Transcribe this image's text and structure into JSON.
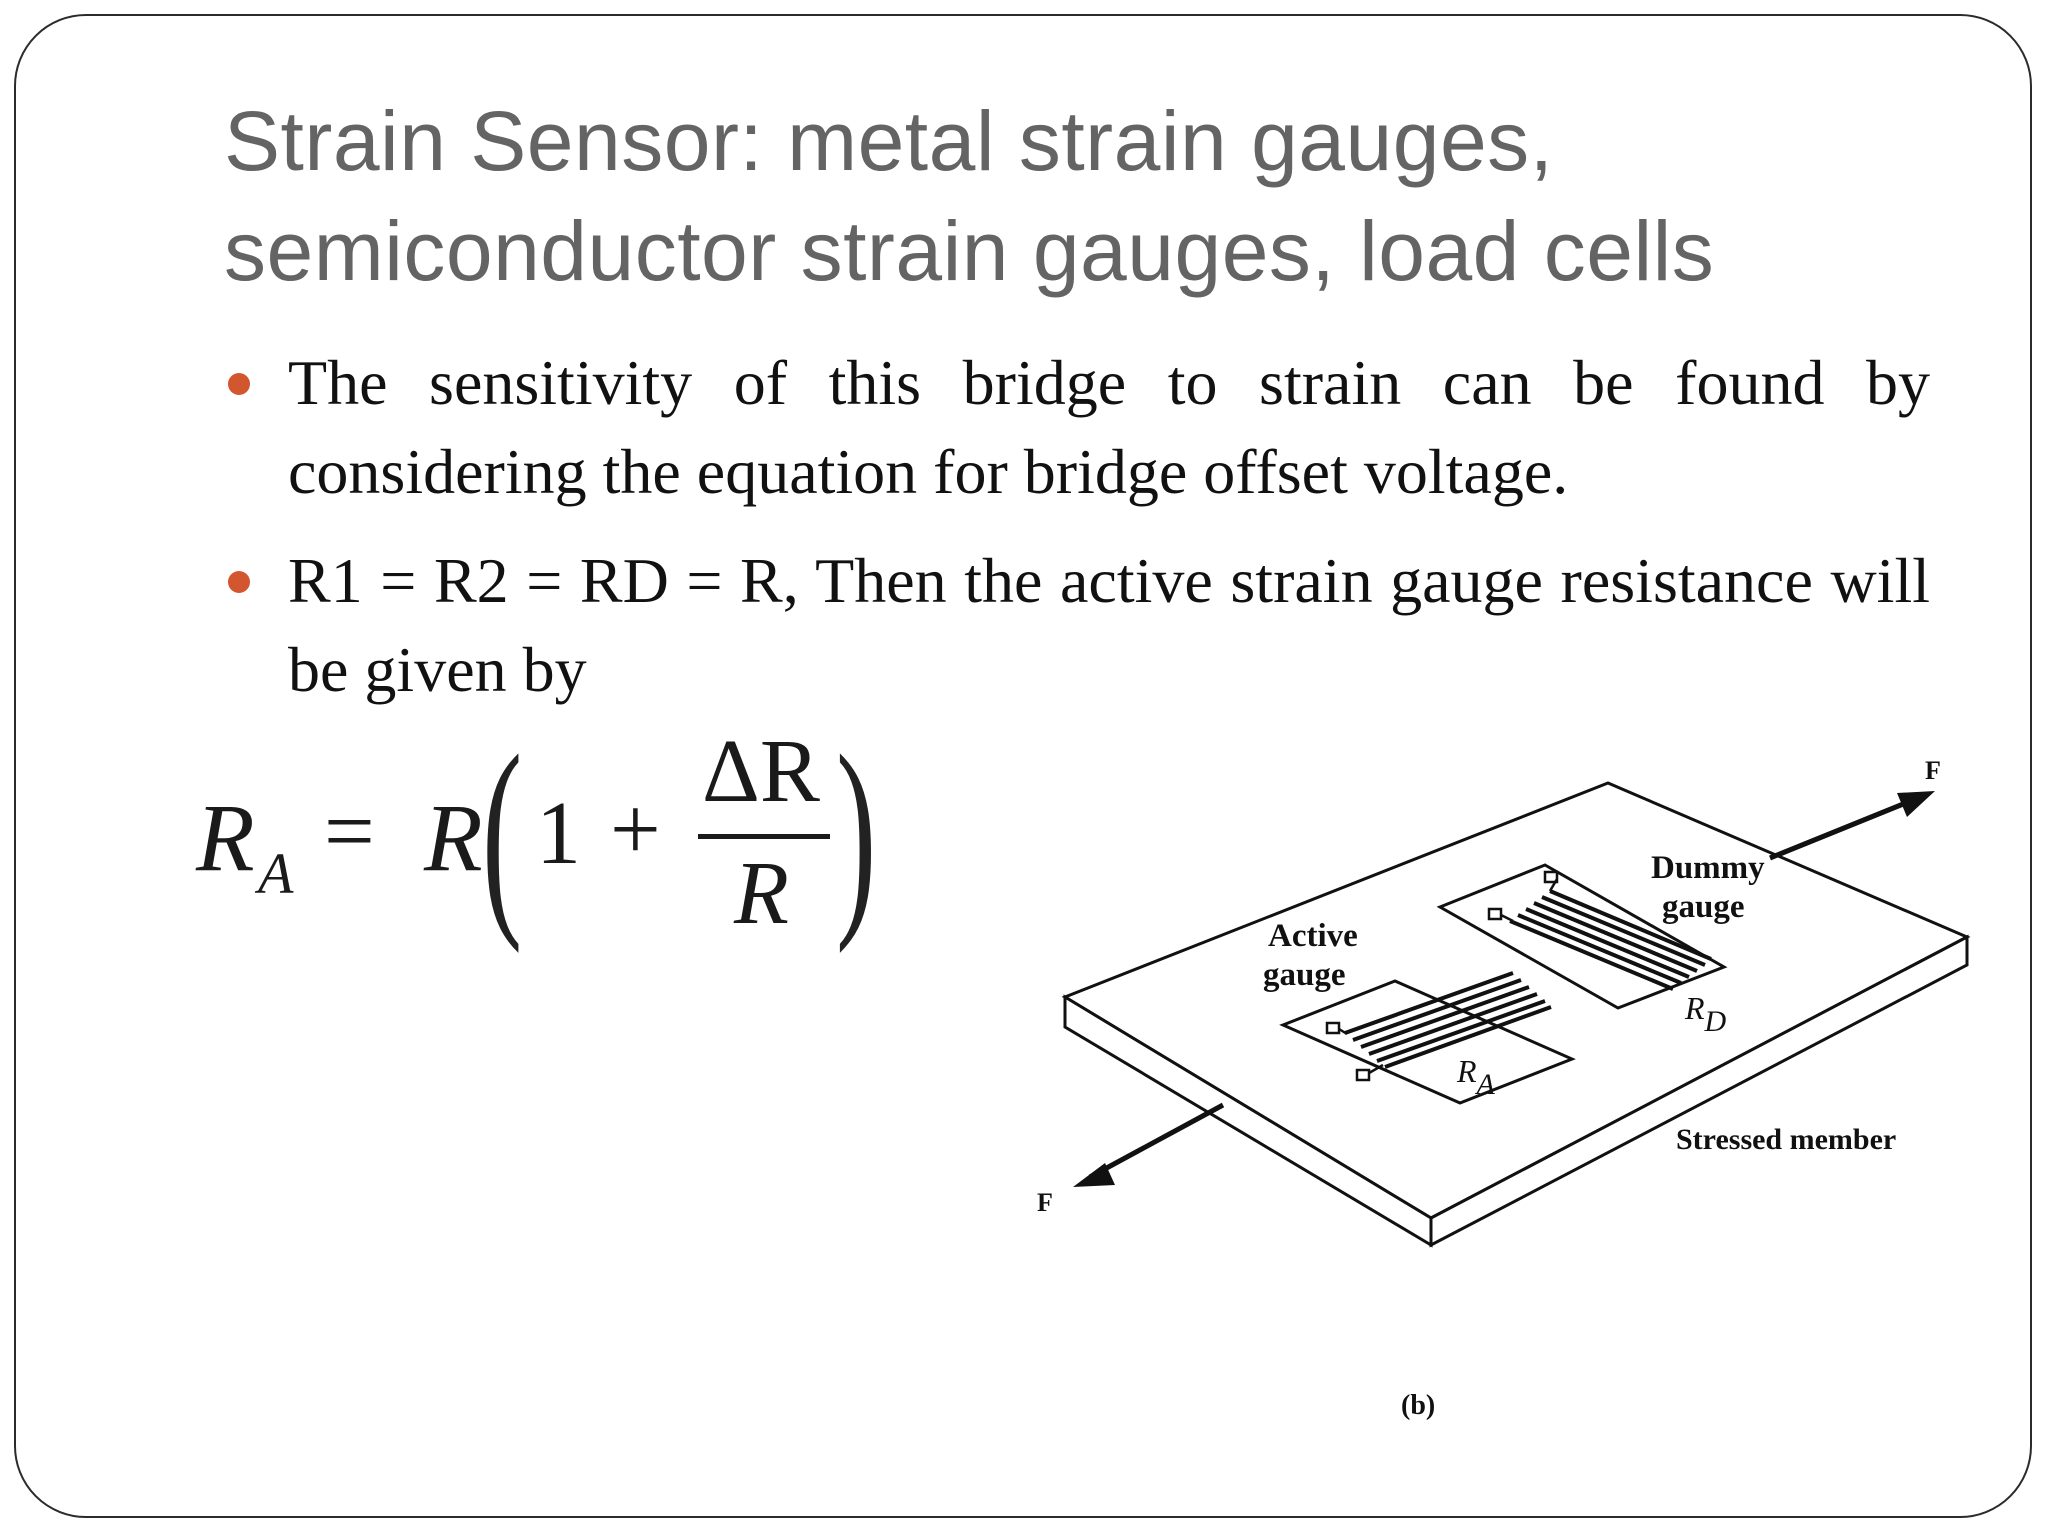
{
  "slide": {
    "title_line1": "Strain Sensor: metal strain gauges,",
    "title_line2": "semiconductor strain gauges, load cells",
    "bullets": [
      {
        "text": "The sensitivity of this bridge to strain can be found by considering the equation for bridge offset voltage."
      },
      {
        "text": "R1 = R2 = RD = R, Then the active strain gauge resistance will be given by"
      }
    ],
    "accent_color": "#d2562e"
  },
  "equation": {
    "lhs_symbol": "R",
    "lhs_subscript": "A",
    "equals": "=",
    "rhs_symbol": "R",
    "one": "1",
    "plus": "+",
    "numerator": "ΔR",
    "denominator": "R",
    "paren_open": "(",
    "paren_close": ")"
  },
  "figure": {
    "force_top": "F",
    "force_bottom": "F",
    "dummy_label_1": "Dummy",
    "dummy_label_2": "gauge",
    "active_label_1": "Active",
    "active_label_2": "gauge",
    "rd_symbol": "R",
    "rd_subscript": "D",
    "ra_symbol": "R",
    "ra_subscript": "A",
    "member_label": "Stressed member",
    "caption": "(b)"
  }
}
